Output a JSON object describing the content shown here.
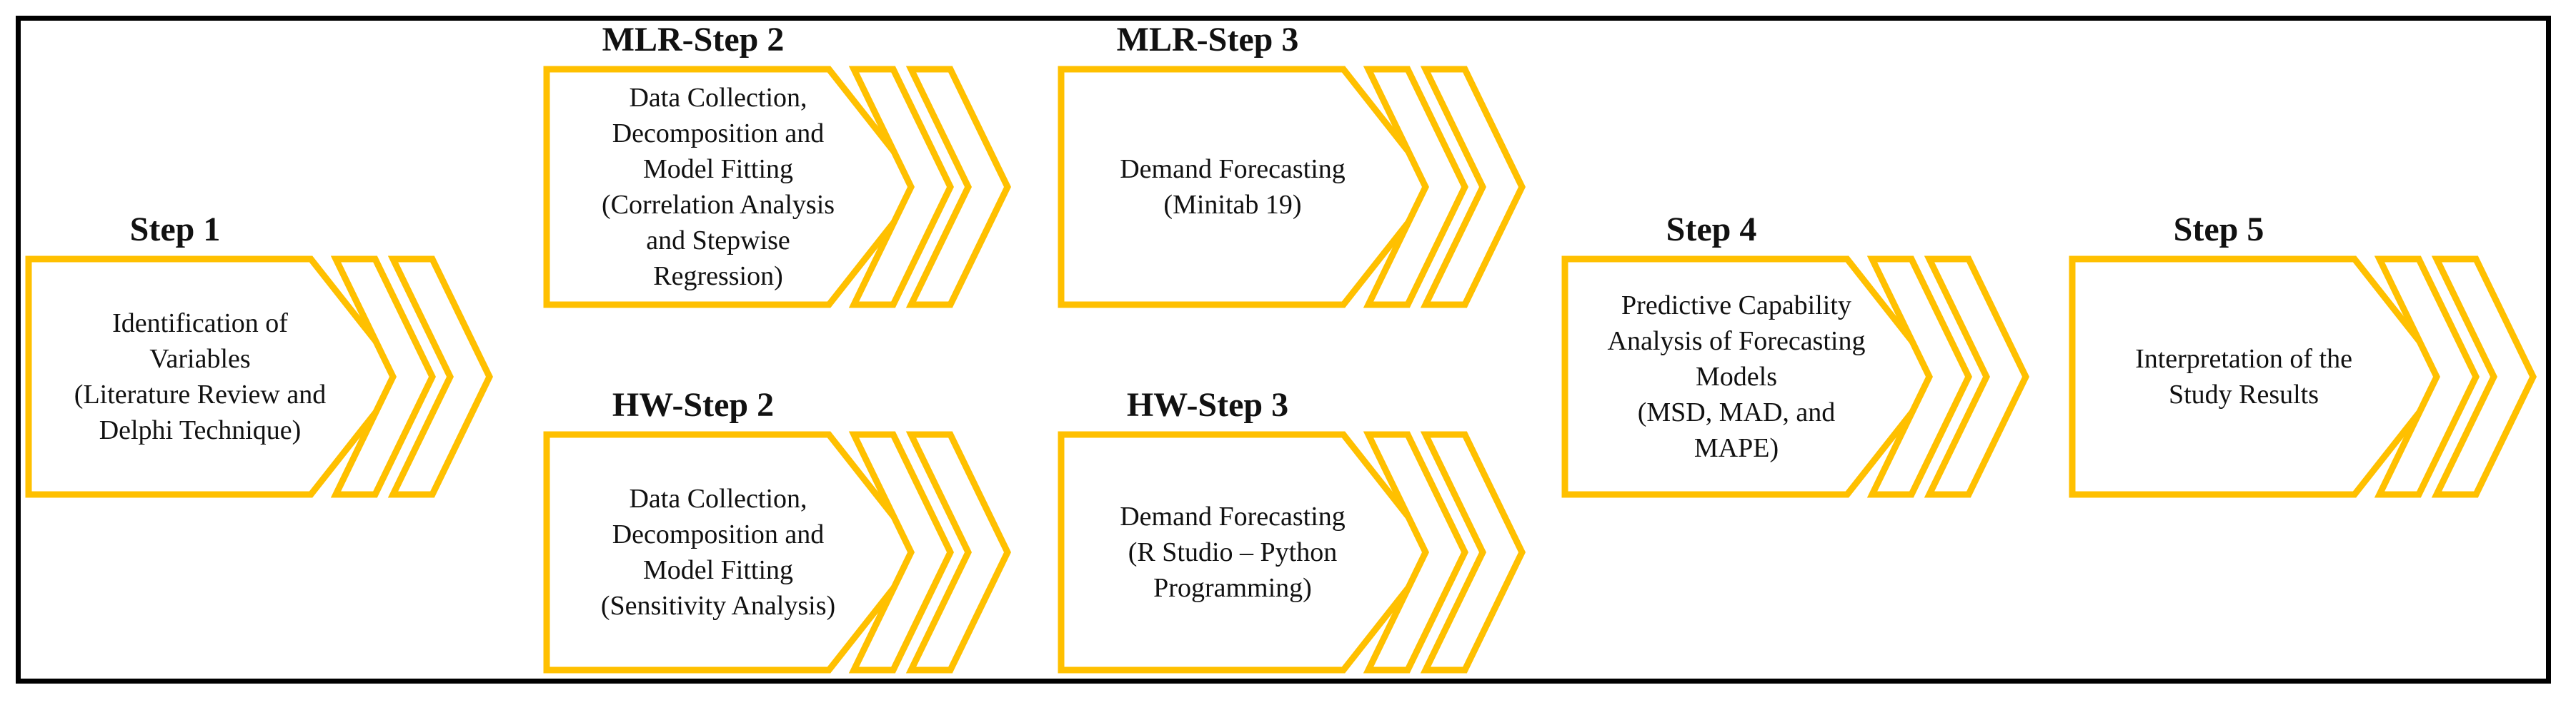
{
  "figure": {
    "type": "process-flow-diagram",
    "background": "#ffffff",
    "frame_color": "#000000",
    "accent_color": "#FFC000",
    "text_color": "#111111"
  },
  "units": [
    {
      "id": "step-1",
      "title": "Step 1",
      "body": "Identification of\nVariables\n(Literature Review and\nDelphi Technique)"
    },
    {
      "id": "mlr-step-2",
      "title": "MLR-Step 2",
      "body": "Data Collection,\nDecomposition and\nModel Fitting\n(Correlation Analysis\nand Stepwise\nRegression)"
    },
    {
      "id": "hw-step-2",
      "title": "HW-Step 2",
      "body": "Data Collection,\nDecomposition and\nModel Fitting\n(Sensitivity Analysis)"
    },
    {
      "id": "mlr-step-3",
      "title": "MLR-Step 3",
      "body": "Demand Forecasting\n(Minitab 19)"
    },
    {
      "id": "hw-step-3",
      "title": "HW-Step 3",
      "body": "Demand Forecasting\n(R Studio – Python\nProgramming)"
    },
    {
      "id": "step-4",
      "title": "Step 4",
      "body": "Predictive Capability\nAnalysis of Forecasting\nModels\n(MSD, MAD, and\nMAPE)"
    },
    {
      "id": "step-5",
      "title": "Step 5",
      "body": "Interpretation of the\nStudy Results"
    }
  ]
}
